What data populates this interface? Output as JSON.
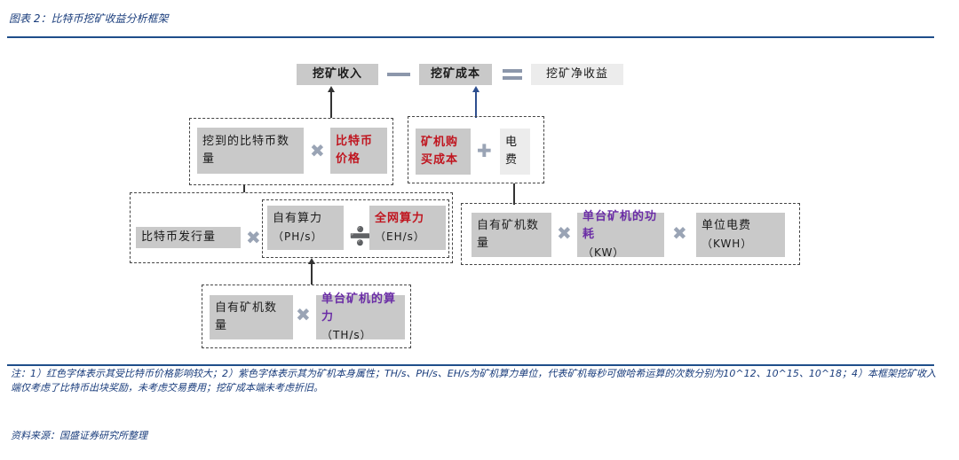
{
  "title": "图表 2：比特币挖矿收益分析框架",
  "equation": {
    "revenue": "挖矿收入",
    "cost": "挖矿成本",
    "net": "挖矿净收益"
  },
  "group_mined": {
    "btc_count": "挖到的比特币数量",
    "btc_price": "比特币价格"
  },
  "group_cost": {
    "machine_cost": "矿机购买成本",
    "electricity": "电费"
  },
  "group_share": {
    "issuance": "比特币发行量",
    "own_hashrate": "自有算力",
    "own_hashrate_unit": "（PH/s）",
    "network_hashrate": "全网算力",
    "network_hashrate_unit": "（EH/s）"
  },
  "group_power": {
    "own_miners": "自有矿机数量",
    "unit_power": "单台矿机的功耗",
    "unit_power_unit": "（KW）",
    "unit_price": "单位电费",
    "unit_price_unit": "（KWH）"
  },
  "group_hashrate": {
    "own_miners": "自有矿机数量",
    "unit_hashrate": "单台矿机的算力",
    "unit_hashrate_unit": "（TH/s）"
  },
  "note": "注：1）红色字体表示其受比特币价格影响较大；2）紫色字体表示其为矿机本身属性；TH/s、PH/s、EH/s为矿机算力单位，代表矿机每秒可做哈希运算的次数分别为10^12、10^15、10^18；4）本框架挖矿收入端仅考虑了比特币出块奖励，未考虑交易费用；挖矿成本端未考虑折旧。",
  "source": "资料来源：国盛证券研究所整理",
  "colors": {
    "accent_blue": "#1f4e8a",
    "red": "#c0151f",
    "purple": "#6b2ea6"
  }
}
